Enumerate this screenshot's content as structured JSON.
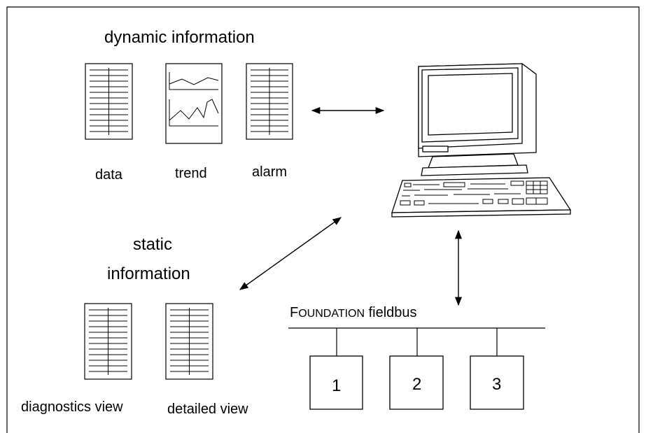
{
  "headings": {
    "dynamic": "dynamic information",
    "static_line1": "static",
    "static_line2": "information"
  },
  "captions": {
    "data": "data",
    "trend": "trend",
    "alarm": "alarm",
    "diagnostics_view": "diagnostics view",
    "detailed_view": "detailed view"
  },
  "fieldbus": {
    "label_prefix": "F",
    "label_smallcaps": "OUNDATION",
    "label_suffix": " fieldbus",
    "devices": [
      "1",
      "2",
      "3"
    ]
  }
}
